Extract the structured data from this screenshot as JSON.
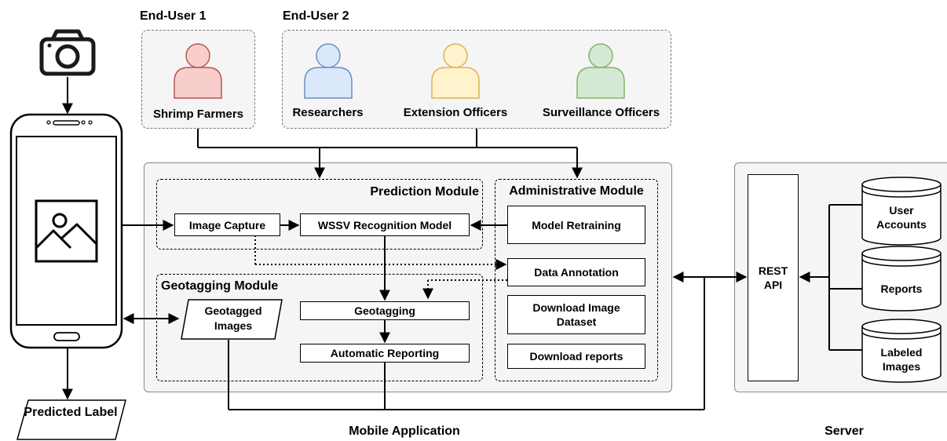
{
  "end_user_1": {
    "title": "End-User 1",
    "users": [
      {
        "label": "Shrimp Farmers",
        "color": "#f8cecc",
        "stroke": "#b85450"
      }
    ]
  },
  "end_user_2": {
    "title": "End-User 2",
    "users": [
      {
        "label": "Researchers",
        "color": "#dae8fc",
        "stroke": "#6c8ebf"
      },
      {
        "label": "Extension Officers",
        "color": "#fff2cc",
        "stroke": "#d6b656"
      },
      {
        "label": "Surveillance Officers",
        "color": "#d5e8d4",
        "stroke": "#82b366"
      }
    ]
  },
  "mobile_application": {
    "label": "Mobile Application",
    "prediction_module": {
      "title": "Prediction Module",
      "image_capture": "Image Capture",
      "wssv_model": "WSSV Recognition Model"
    },
    "geotagging_module": {
      "title": "Geotagging Module",
      "geotagged_images": "Geotagged Images",
      "geotagging": "Geotagging",
      "automatic_reporting": "Automatic Reporting"
    },
    "administrative_module": {
      "title": "Administrative Module",
      "model_retraining": "Model Retraining",
      "data_annotation": "Data Annotation",
      "download_image_dataset": "Download Image Dataset",
      "download_reports": "Download reports"
    }
  },
  "server": {
    "label": "Server",
    "rest_api": "REST API",
    "databases": [
      "User Accounts",
      "Reports",
      "Labeled Images"
    ]
  },
  "phone": {
    "output_label": "Predicted Label"
  },
  "icons": [
    "camera-icon",
    "smartphone-icon",
    "image-icon",
    "user-icon",
    "database-icon"
  ]
}
